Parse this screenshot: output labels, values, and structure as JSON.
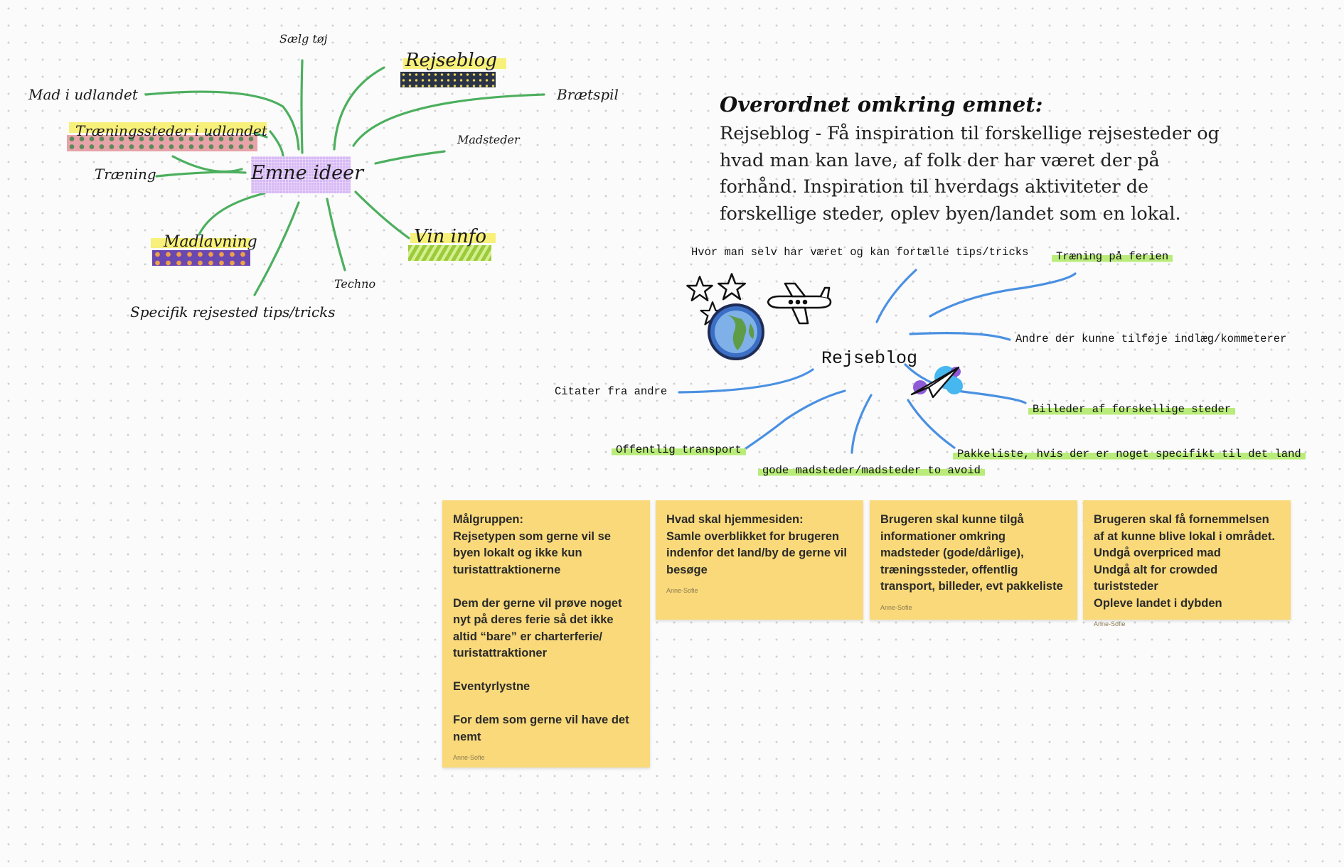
{
  "mindmap_left": {
    "center": "Emne ideer",
    "nodes": {
      "saelg_toj": "Sælg tøj",
      "rejseblog": "Rejseblog",
      "braetspil": "Brætspil",
      "mad_i_udlandet": "Mad i udlandet",
      "traeningssteder": "Træningssteder i udlandet",
      "madsteder": "Madsteder",
      "traening": "Træning",
      "vin_info": "Vin info",
      "madlavning": "Madlavning",
      "techno": "Techno",
      "specifik": "Specifik rejsested tips/tricks"
    }
  },
  "overview": {
    "title": "Overordnet omkring emnet:",
    "body": "Rejseblog - Få inspiration til forskellige rejsesteder og hvad man kan lave, af folk der har været der på forhånd. Inspiration til hverdags aktiviteter de forskellige steder, oplev byen/landet som en lokal."
  },
  "mindmap_right": {
    "center": "Rejseblog",
    "nodes": {
      "hvor_man": "Hvor man selv har været og kan fortælle tips/tricks",
      "traening_ferien": "Træning på ferien",
      "andre": "Andre der kunne tilføje indlæg/kommeterer",
      "citater": "Citater fra andre",
      "billeder": "Billeder af forskellige steder",
      "offentlig": "Offentlig transport",
      "pakkeliste": "Pakkeliste, hvis der er noget specifikt til det land",
      "gode_madsteder": "gode madsteder/madsteder to avoid"
    }
  },
  "stickies": [
    {
      "text": "Målgruppen:\nRejsetypen som gerne vil se byen lokalt og ikke kun turistattraktionerne\n\nDem der gerne vil prøve noget nyt på deres ferie så det ikke altid “bare” er charterferie/ turistattraktioner\n\nEventyrlystne\n\nFor dem som gerne vil have det nemt",
      "author": "Anne-Sofie"
    },
    {
      "text": "Hvad skal hjemmesiden:\nSamle overblikket for brugeren indenfor det land/by de gerne vil besøge",
      "author": "Anne-Sofie"
    },
    {
      "text": "Brugeren skal kunne tilgå informationer omkring madsteder (gode/dårlige), træningssteder, offentlig transport, billeder, evt pakkeliste",
      "author": "Anne-Sofie"
    },
    {
      "text": "Brugeren skal få fornemmelsen af at kunne blive lokal i området.\nUndgå overpriced mad\nUndgå alt for crowded turiststeder\nOpleve landet i dybden",
      "author": "Anne-Sofie"
    }
  ],
  "colors": {
    "green_line": "#4caf5e",
    "blue_line": "#4a90e2",
    "sticky": "#f9d97a",
    "highlight_green": "#b9ec7a",
    "highlight_yellow": "#f7f07a",
    "purple_tape": "#d7b9f5"
  }
}
